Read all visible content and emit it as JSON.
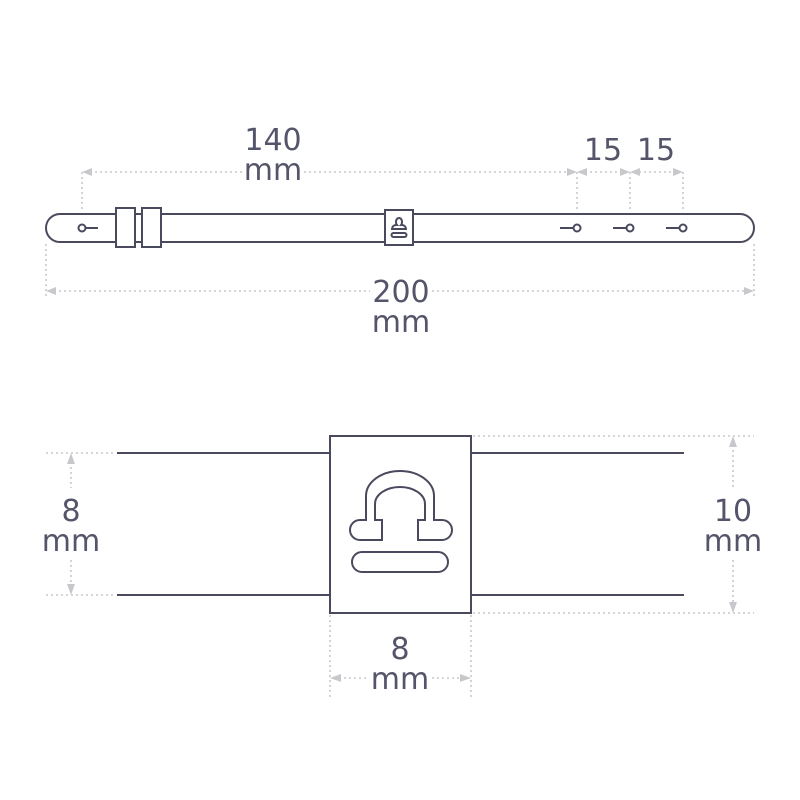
{
  "colors": {
    "outline": "#4a4a5e",
    "dimension": "#c8c8cc",
    "text": "#54546a"
  },
  "top_view": {
    "dim_140": {
      "value": "140",
      "unit": "mm"
    },
    "dim_15_a": {
      "value": "15"
    },
    "dim_15_b": {
      "value": "15"
    },
    "dim_200": {
      "value": "200",
      "unit": "mm"
    }
  },
  "detail_view": {
    "dim_left": {
      "value": "8",
      "unit": "mm"
    },
    "dim_right": {
      "value": "10",
      "unit": "mm"
    },
    "dim_bottom": {
      "value": "8",
      "unit": "mm"
    },
    "charm_icon": "libra-symbol-icon"
  }
}
